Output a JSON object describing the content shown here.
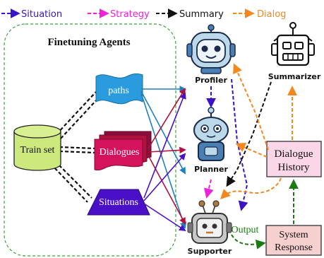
{
  "legend": {
    "situation": "Situation",
    "strategy": "Strategy",
    "summary": "Summary",
    "dialog": "Dialog"
  },
  "colors": {
    "situation": "#3a13c9",
    "strategy": "#ee22d8",
    "summary": "#111111",
    "dialog": "#f5871f",
    "output": "#1c7a14",
    "paths_fill": "#2a9bdc",
    "dialogues_fill": "#d4135c",
    "situations_fill": "#4a10c8",
    "trainset_fill": "#cde97e",
    "dialogue_history_fill": "#fbd6e6",
    "system_response_fill": "#f6cfcf",
    "group_border": "#3aa53a"
  },
  "group": {
    "title": "Finetuning Agents"
  },
  "data_sources": {
    "train_set": "Train set",
    "paths": "paths",
    "dialogues": "Dialogues",
    "situations": "Situations"
  },
  "agents": {
    "profiler": "Profiler",
    "planner": "Planner",
    "supporter": "Supporter",
    "summarizer": "Summarizer"
  },
  "nodes": {
    "dialogue_history_line1": "Dialogue",
    "dialogue_history_line2": "History",
    "system_response_line1": "System",
    "system_response_line2": "Response",
    "output_label": "Output"
  },
  "icons": [
    "robot-head-icon",
    "antenna-robot-icon",
    "summarizer-robot-icon"
  ]
}
